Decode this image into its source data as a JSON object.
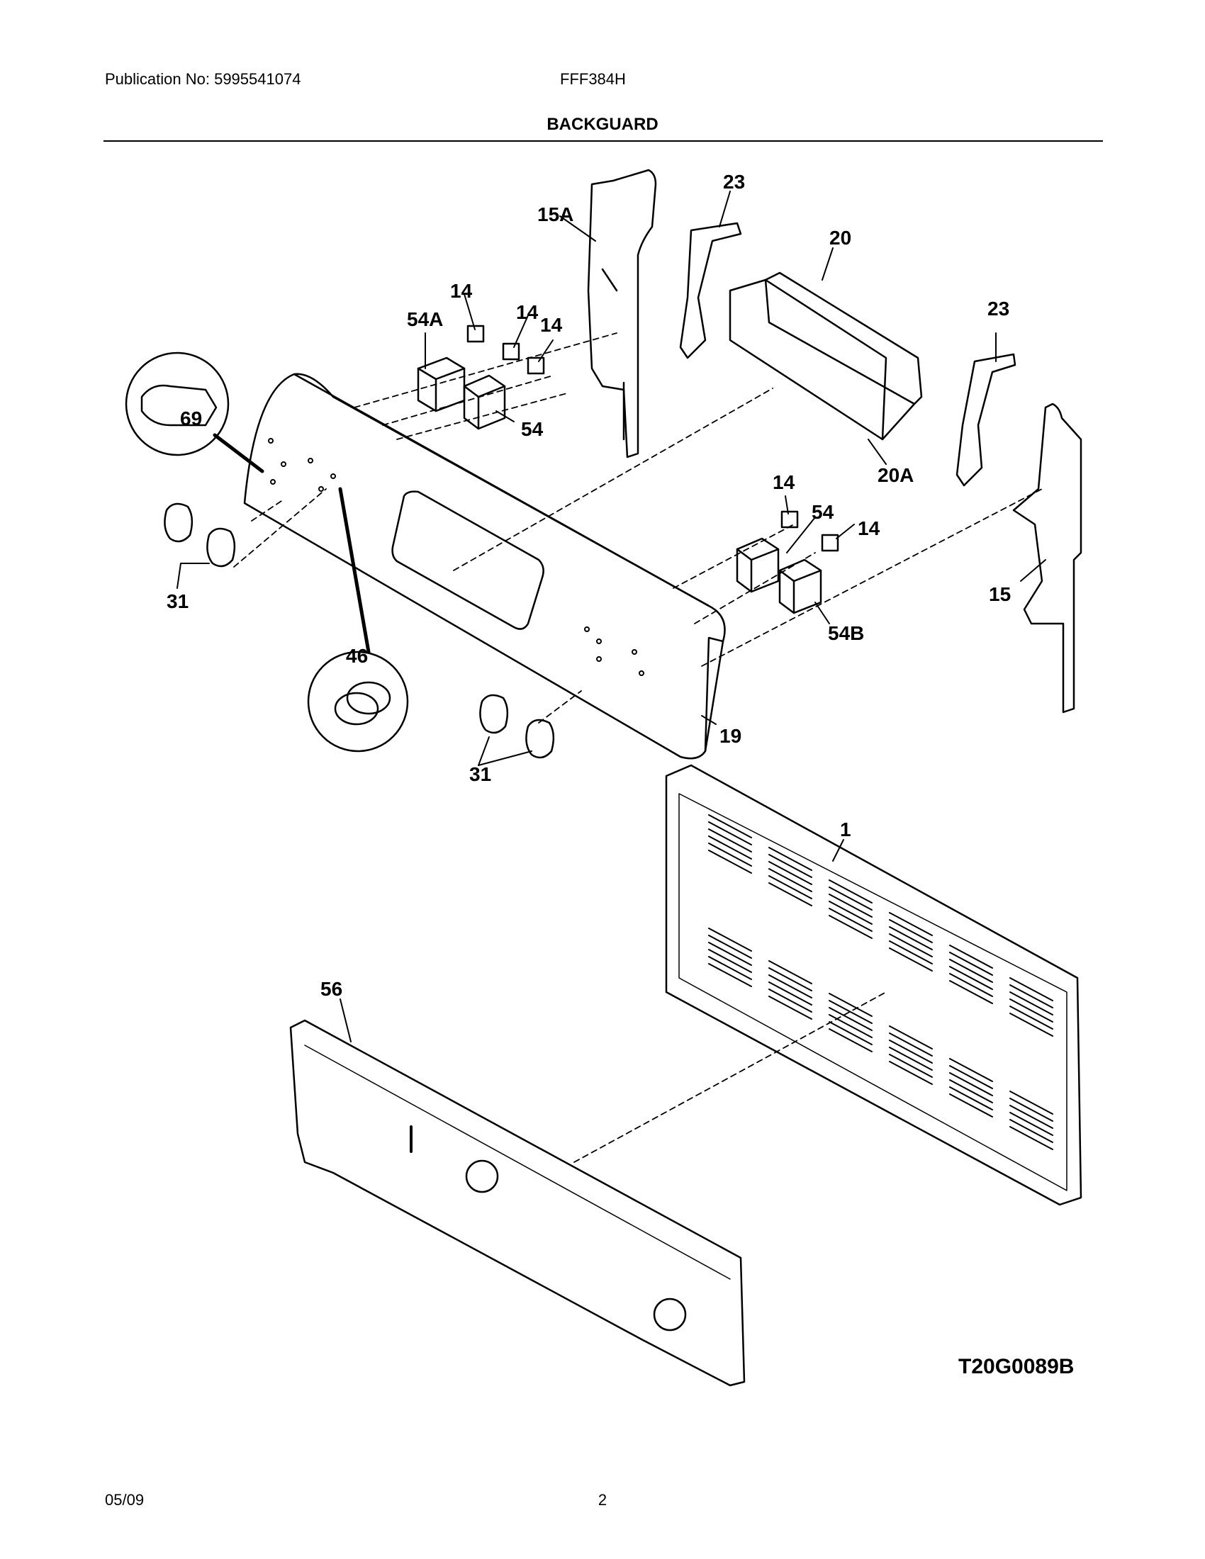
{
  "header": {
    "publication": "Publication No: 5995541074",
    "model": "FFF384H",
    "title": "BACKGUARD"
  },
  "diagram_code": "T20G0089B",
  "footer": {
    "date": "05/09",
    "page": "2"
  },
  "callouts": {
    "c14a": "14",
    "c14b": "14",
    "c14c": "14",
    "c14d": "14",
    "c14e": "14",
    "c15a": "15A",
    "c23a": "23",
    "c23b": "23",
    "c20": "20",
    "c20a": "20A",
    "c54a": "54A",
    "c54": "54",
    "c54b": "54",
    "c54c": "54B",
    "c69": "69",
    "c46": "46",
    "c31a": "31",
    "c31b": "31",
    "c19": "19",
    "c15": "15",
    "c1": "1",
    "c56": "56"
  },
  "colors": {
    "line": "#000000",
    "background": "#ffffff"
  }
}
